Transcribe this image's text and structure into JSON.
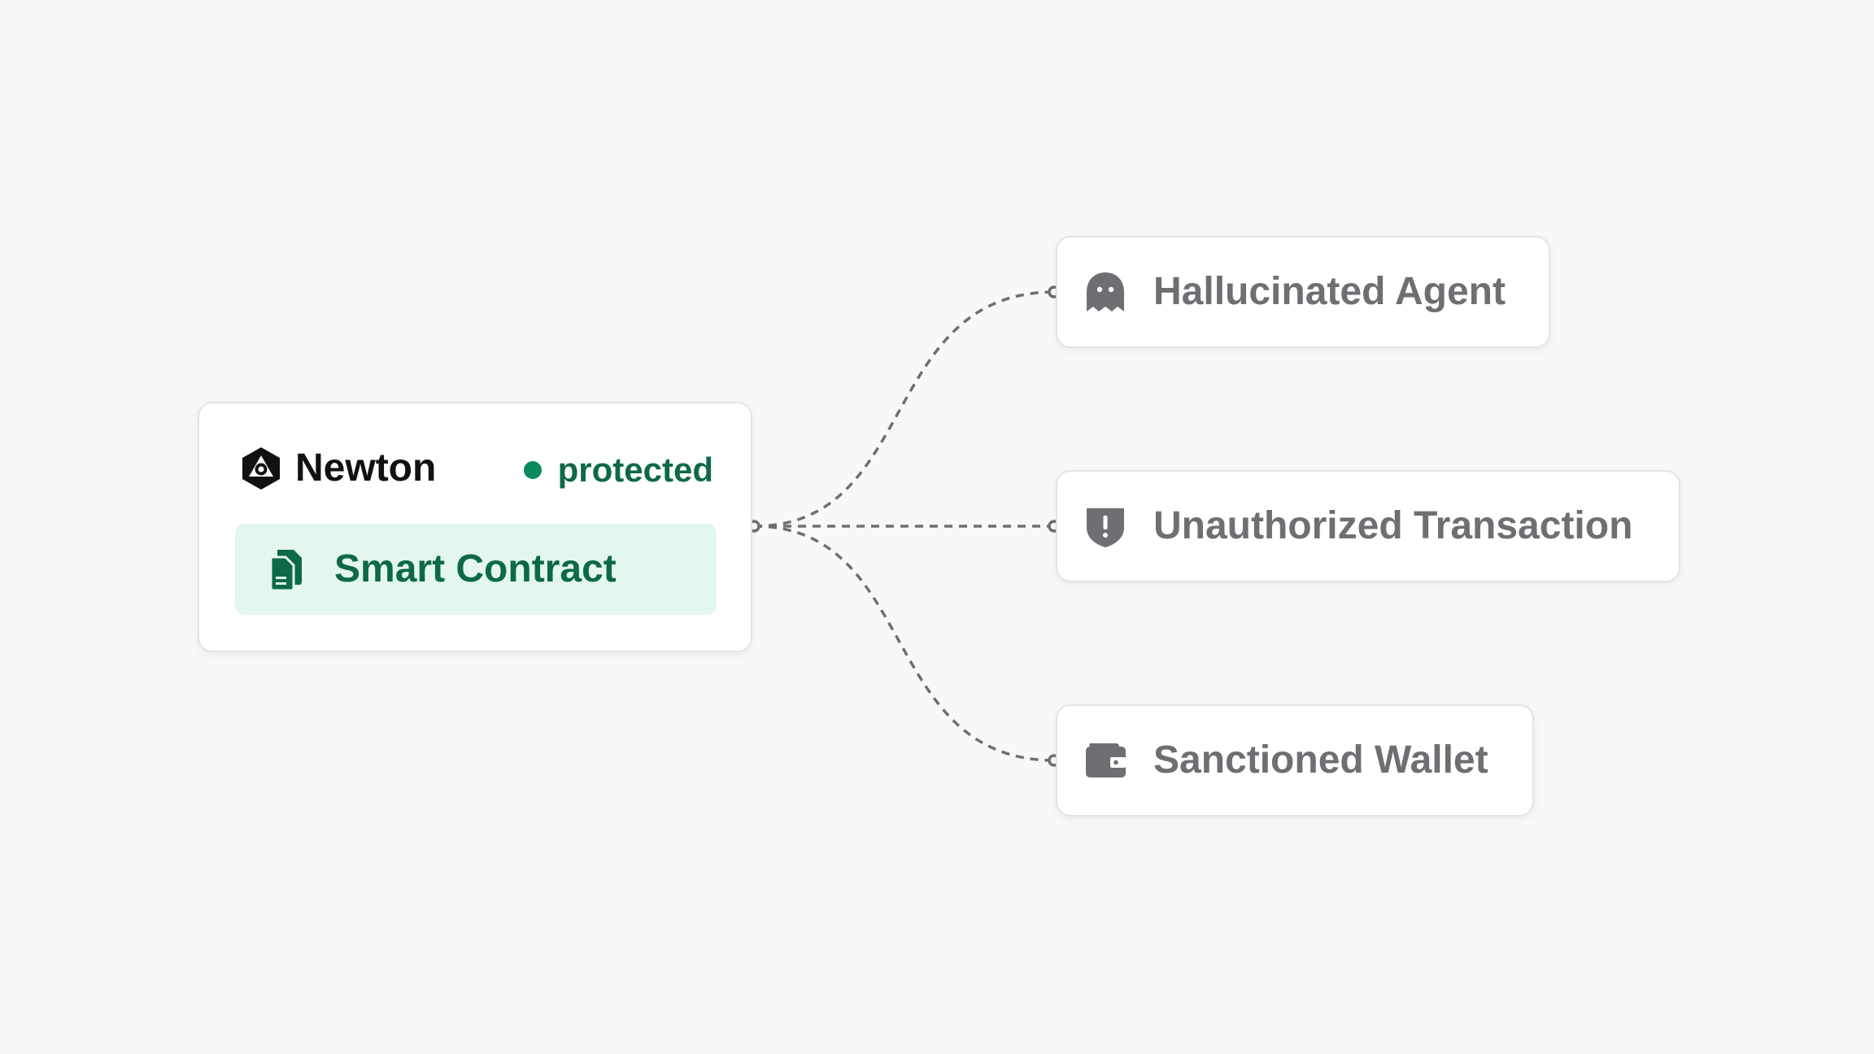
{
  "colors": {
    "background": "#f8f8f9",
    "accent_green": "#0e6a44",
    "status_dot": "#0b8a5c",
    "pill_background": "#e3f7ef",
    "threat_gray": "#6f6f73",
    "connector": "#6f6f73"
  },
  "source": {
    "brand_name": "Newton",
    "brand_icon": "newton-logo-icon",
    "status_label": "protected",
    "item_label": "Smart Contract",
    "item_icon": "document-copy-icon"
  },
  "threats": [
    {
      "label": "Hallucinated Agent",
      "icon": "ghost-icon"
    },
    {
      "label": "Unauthorized Transaction",
      "icon": "shield-alert-icon"
    },
    {
      "label": "Sanctioned Wallet",
      "icon": "wallet-icon"
    }
  ]
}
